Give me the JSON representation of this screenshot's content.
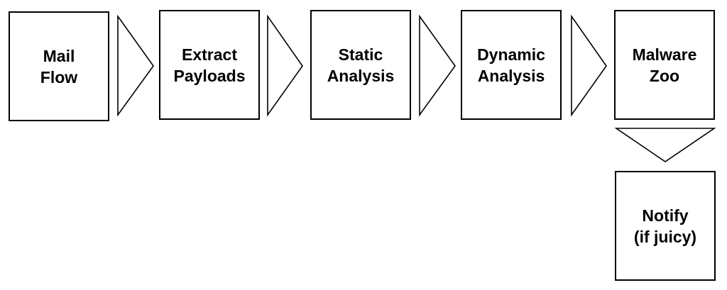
{
  "diagram": {
    "nodes": [
      {
        "id": "mail-flow",
        "label": "Mail\nFlow"
      },
      {
        "id": "extract-payloads",
        "label": "Extract\nPayloads"
      },
      {
        "id": "static-analysis",
        "label": "Static\nAnalysis"
      },
      {
        "id": "dynamic-analysis",
        "label": "Dynamic\nAnalysis"
      },
      {
        "id": "malware-zoo",
        "label": "Malware\nZoo"
      },
      {
        "id": "notify",
        "label": "Notify\n(if juicy)"
      }
    ],
    "edges": [
      {
        "from": "mail-flow",
        "to": "extract-payloads",
        "direction": "right"
      },
      {
        "from": "extract-payloads",
        "to": "static-analysis",
        "direction": "right"
      },
      {
        "from": "static-analysis",
        "to": "dynamic-analysis",
        "direction": "right"
      },
      {
        "from": "dynamic-analysis",
        "to": "malware-zoo",
        "direction": "right"
      },
      {
        "from": "malware-zoo",
        "to": "notify",
        "direction": "down"
      }
    ]
  }
}
